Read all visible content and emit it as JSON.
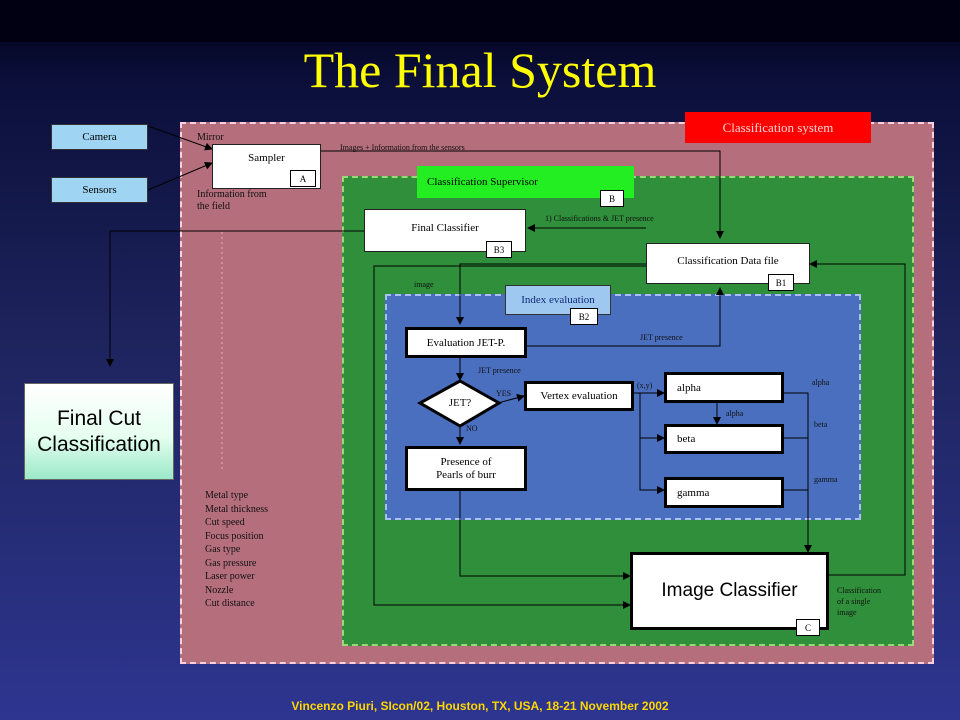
{
  "title": "The Final System",
  "footer": "Vincenzo Piuri, SIcon/02, Houston, TX, USA, 18-21 November 2002",
  "inputs": {
    "camera": "Camera",
    "sensors": "Sensors"
  },
  "sampler": {
    "label": "Sampler",
    "tag": "A"
  },
  "classification_system": "Classification system",
  "supervisor": {
    "label": "Classification Supervisor",
    "tag": "B"
  },
  "final_classifier": {
    "label": "Final Classifier",
    "tag": "B3"
  },
  "data_file": {
    "label": "Classification Data file",
    "tag": "B1"
  },
  "index_evaluation": {
    "label": "Index evaluation",
    "tag": "B2"
  },
  "evaluation_jet": "Evaluation JET-P.",
  "jet_decision": "JET?",
  "vertex_evaluation": "Vertex evaluation",
  "presence_pearls": [
    "Presence of",
    "Pearls of burr"
  ],
  "alpha": "alpha",
  "beta": "beta",
  "gamma": "gamma",
  "image_classifier": {
    "label": "Image Classifier",
    "tag": "C"
  },
  "final_cut": [
    "Final Cut",
    "Classification"
  ],
  "edge_labels": {
    "mirror": "Mirror",
    "images_info": "Images + Information from the sensors",
    "info_field": [
      "Information from",
      "the field"
    ],
    "classifications_jet": "1) Classifications & JET presence",
    "image": "image",
    "jet_presence_1": "JET presence",
    "jet_presence_2": "JET presence",
    "yes": "YES",
    "no": "NO",
    "xy": "(x,y)",
    "alpha_out": "alpha",
    "alpha_mid": "alpha",
    "beta_out": "beta",
    "gamma_out": "gamma",
    "single_image": [
      "Classification",
      "of a single",
      "image"
    ]
  },
  "params": [
    "Metal type",
    "Metal thickness",
    "Cut speed",
    "Focus position",
    "Gas type",
    "Gas pressure",
    "Laser power",
    "Nozzle",
    "Cut distance"
  ]
}
